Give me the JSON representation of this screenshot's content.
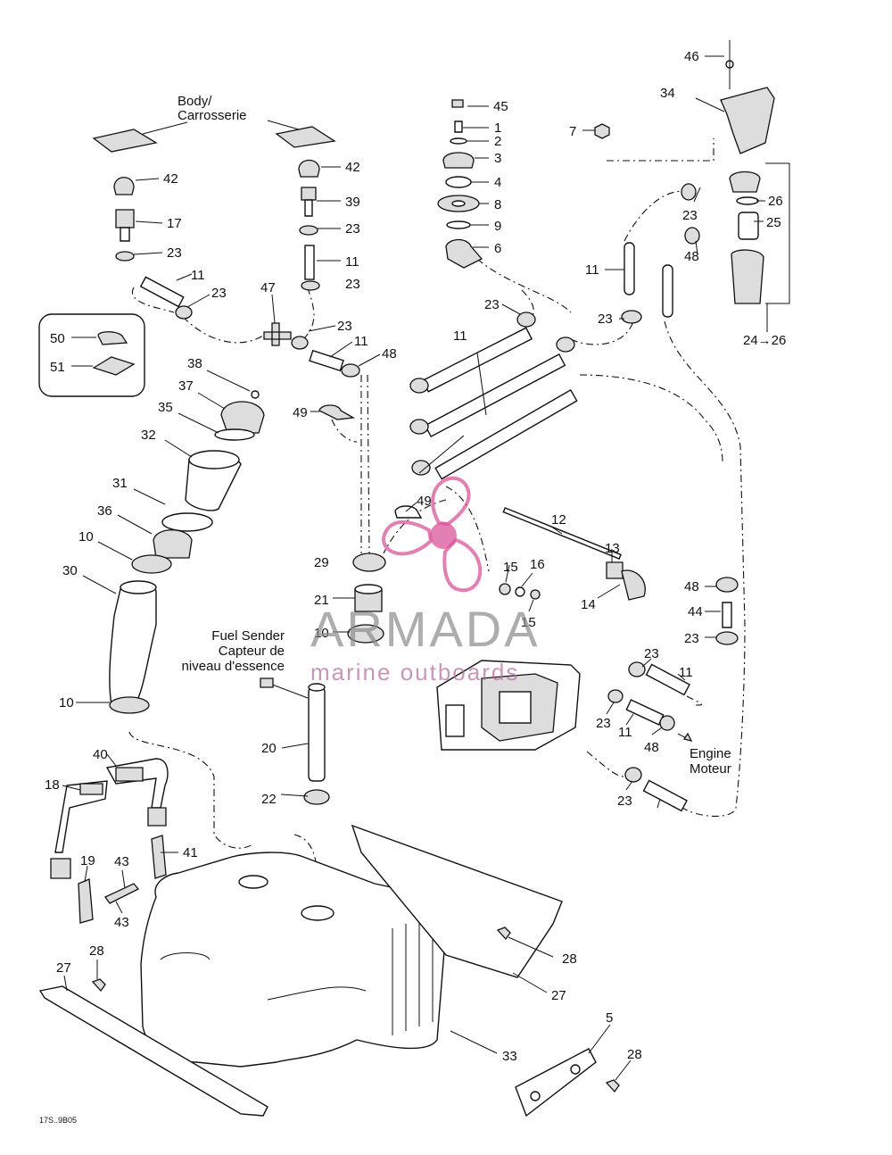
{
  "callouts": [
    {
      "id": "c46",
      "text": "46"
    },
    {
      "id": "c34",
      "text": "34"
    },
    {
      "id": "c45",
      "text": "45"
    },
    {
      "id": "c1",
      "text": "1"
    },
    {
      "id": "c2",
      "text": "2"
    },
    {
      "id": "c3",
      "text": "3"
    },
    {
      "id": "c4",
      "text": "4"
    },
    {
      "id": "c8",
      "text": "8"
    },
    {
      "id": "c9",
      "text": "9"
    },
    {
      "id": "c6",
      "text": "6"
    },
    {
      "id": "c7",
      "text": "7"
    },
    {
      "id": "c42a",
      "text": "42"
    },
    {
      "id": "c42b",
      "text": "42"
    },
    {
      "id": "c17",
      "text": "17"
    },
    {
      "id": "c39",
      "text": "39"
    },
    {
      "id": "c23a",
      "text": "23"
    },
    {
      "id": "c23b",
      "text": "23"
    },
    {
      "id": "c23c",
      "text": "23"
    },
    {
      "id": "c23d",
      "text": "23"
    },
    {
      "id": "c23e",
      "text": "23"
    },
    {
      "id": "c23f",
      "text": "23"
    },
    {
      "id": "c23g",
      "text": "23"
    },
    {
      "id": "c23h",
      "text": "23"
    },
    {
      "id": "c23i",
      "text": "23"
    },
    {
      "id": "c23j",
      "text": "23"
    },
    {
      "id": "c23k",
      "text": "23"
    },
    {
      "id": "c23l",
      "text": "23"
    },
    {
      "id": "c11a",
      "text": "11"
    },
    {
      "id": "c11b",
      "text": "11"
    },
    {
      "id": "c11c",
      "text": "11"
    },
    {
      "id": "c11d",
      "text": "11"
    },
    {
      "id": "c11e",
      "text": "11"
    },
    {
      "id": "c11f",
      "text": "11"
    },
    {
      "id": "c11g",
      "text": "11"
    },
    {
      "id": "c47",
      "text": "47"
    },
    {
      "id": "c48a",
      "text": "48"
    },
    {
      "id": "c48b",
      "text": "48"
    },
    {
      "id": "c48c",
      "text": "48"
    },
    {
      "id": "c48d",
      "text": "48"
    },
    {
      "id": "c26",
      "text": "26"
    },
    {
      "id": "c25",
      "text": "25"
    },
    {
      "id": "c2426",
      "text": "24→26"
    },
    {
      "id": "c50",
      "text": "50"
    },
    {
      "id": "c51",
      "text": "51"
    },
    {
      "id": "c38",
      "text": "38"
    },
    {
      "id": "c37",
      "text": "37"
    },
    {
      "id": "c35",
      "text": "35"
    },
    {
      "id": "c32",
      "text": "32"
    },
    {
      "id": "c31",
      "text": "31"
    },
    {
      "id": "c36",
      "text": "36"
    },
    {
      "id": "c10a",
      "text": "10"
    },
    {
      "id": "c10b",
      "text": "10"
    },
    {
      "id": "c10c",
      "text": "10"
    },
    {
      "id": "c30",
      "text": "30"
    },
    {
      "id": "c49a",
      "text": "49"
    },
    {
      "id": "c49b",
      "text": "49"
    },
    {
      "id": "c29",
      "text": "29"
    },
    {
      "id": "c21",
      "text": "21"
    },
    {
      "id": "c20",
      "text": "20"
    },
    {
      "id": "c22",
      "text": "22"
    },
    {
      "id": "c12",
      "text": "12"
    },
    {
      "id": "c13",
      "text": "13"
    },
    {
      "id": "c14",
      "text": "14"
    },
    {
      "id": "c15a",
      "text": "15"
    },
    {
      "id": "c15b",
      "text": "15"
    },
    {
      "id": "c16",
      "text": "16"
    },
    {
      "id": "c44",
      "text": "44"
    },
    {
      "id": "c40",
      "text": "40"
    },
    {
      "id": "c18",
      "text": "18"
    },
    {
      "id": "c19",
      "text": "19"
    },
    {
      "id": "c43a",
      "text": "43"
    },
    {
      "id": "c43b",
      "text": "43"
    },
    {
      "id": "c41",
      "text": "41"
    },
    {
      "id": "c27a",
      "text": "27"
    },
    {
      "id": "c27b",
      "text": "27"
    },
    {
      "id": "c28a",
      "text": "28"
    },
    {
      "id": "c28b",
      "text": "28"
    },
    {
      "id": "c28c",
      "text": "28"
    },
    {
      "id": "c33",
      "text": "33"
    },
    {
      "id": "c5",
      "text": "5"
    }
  ],
  "notes": {
    "body_line1": "Body/",
    "body_line2": "Carrosserie",
    "fuel_sender_line1": "Fuel Sender",
    "fuel_sender_line2": "Capteur de",
    "fuel_sender_line3": "niveau d'essence",
    "engine_line1": "Engine",
    "engine_line2": "Moteur",
    "figure_code": "17S..9B05"
  },
  "watermark": {
    "brand": "ARMADA",
    "tagline": "marine outboards",
    "logo_color": "#d9559a"
  }
}
